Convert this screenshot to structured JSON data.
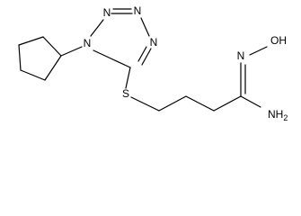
{
  "structure": {
    "atoms": {
      "n1": "N",
      "n2": "N",
      "n3": "N",
      "n4": "N",
      "s": "S",
      "n_oxime": "N",
      "oh": "OH",
      "nh2": "NH",
      "nh2_sub": "2"
    }
  },
  "colors": {
    "bond": "#000000",
    "label": "#000000",
    "background": "#ffffff"
  }
}
